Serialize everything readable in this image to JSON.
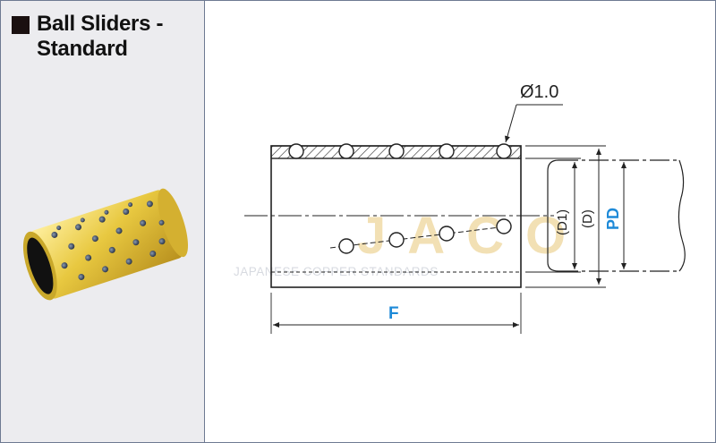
{
  "title": {
    "line1": "Ball Sliders -",
    "line2": "Standard"
  },
  "product_image": {
    "icon": "ball-slider-cylinder-icon",
    "color": "#e2c23a"
  },
  "drawing": {
    "ball_callout": "Ø1.0",
    "dim_f": "F",
    "dim_d1": "(D1)",
    "dim_d": "(D)",
    "dim_pd": "PD",
    "accent_color": "#1e8ad8"
  },
  "watermark": {
    "logo": "JACO",
    "tagline": "JAPANESE COPPER STANDARDS",
    "color": "#e8c878"
  }
}
